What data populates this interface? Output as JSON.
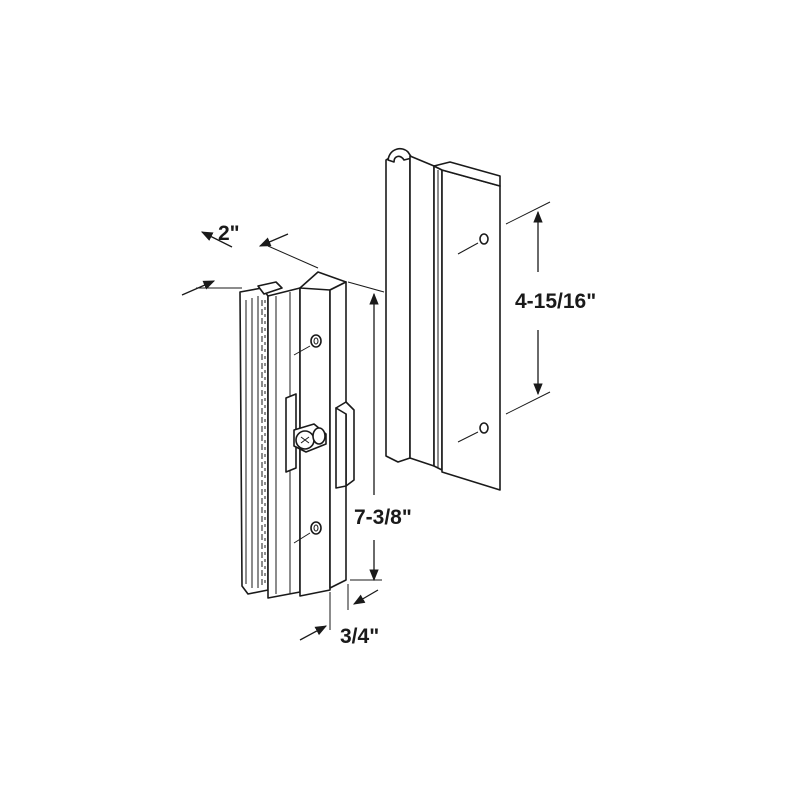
{
  "dimensions": {
    "depth": "2\"",
    "height": "7-3/8\"",
    "thickness": "3/4\"",
    "hole_spacing": "4-15/16\""
  }
}
